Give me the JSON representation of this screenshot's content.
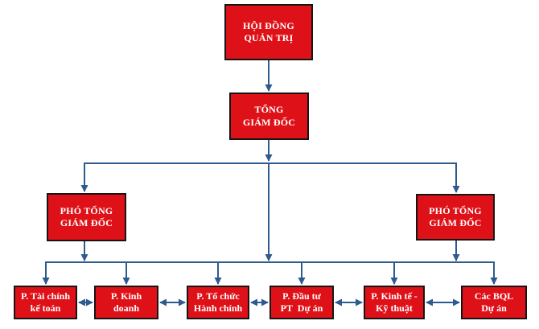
{
  "colors": {
    "background": "#ffffff",
    "box_fill": "#df1118",
    "box_border": "#151515",
    "connector": "#2e5b8e",
    "text": "#ffffff"
  },
  "diagram": {
    "type": "org-chart",
    "nodes": [
      {
        "id": "board-of-directors",
        "lines": [
          "HỘI ĐỒNG",
          "QUẢN TRỊ"
        ]
      },
      {
        "id": "general-director",
        "lines": [
          "TỔNG",
          "GIÁM ĐỐC"
        ]
      },
      {
        "id": "deputy-general-director-left",
        "lines": [
          "PHÓ TỔNG",
          "GIÁM ĐỐC"
        ]
      },
      {
        "id": "deputy-general-director-right",
        "lines": [
          "PHÓ TỔNG",
          "GIÁM ĐỐC"
        ]
      },
      {
        "id": "finance-accounting-dept",
        "lines": [
          "P. Tài chính",
          "kế toán"
        ]
      },
      {
        "id": "business-dept",
        "lines": [
          "P. Kinh",
          "doanh"
        ]
      },
      {
        "id": "organization-administration-dept",
        "lines": [
          "P. Tổ chức",
          "Hành chính"
        ]
      },
      {
        "id": "investment-project-development-dept",
        "lines": [
          "P. Đầu tư",
          "PT  Dự án"
        ]
      },
      {
        "id": "economics-engineering-dept",
        "lines": [
          "P. Kinh tế -",
          "Kỹ thuật"
        ]
      },
      {
        "id": "project-management-boards",
        "lines": [
          "Các BQL",
          "Dự án"
        ]
      }
    ],
    "edges": [
      "board-of-directors → general-director",
      "general-director → deputy-general-director-left",
      "general-director → deputy-general-director-right",
      "general-director → department-bus",
      "deputy-general-director-left → department-bus",
      "deputy-general-director-right → department-bus",
      "department-bus → finance-accounting-dept",
      "department-bus → business-dept",
      "department-bus → organization-administration-dept",
      "department-bus → investment-project-development-dept",
      "department-bus → economics-engineering-dept",
      "department-bus → project-management-boards",
      "finance-accounting-dept ↔ business-dept",
      "business-dept ↔ organization-administration-dept",
      "organization-administration-dept ↔ investment-project-development-dept",
      "investment-project-development-dept ↔ economics-engineering-dept",
      "economics-engineering-dept ↔ project-management-boards"
    ]
  }
}
